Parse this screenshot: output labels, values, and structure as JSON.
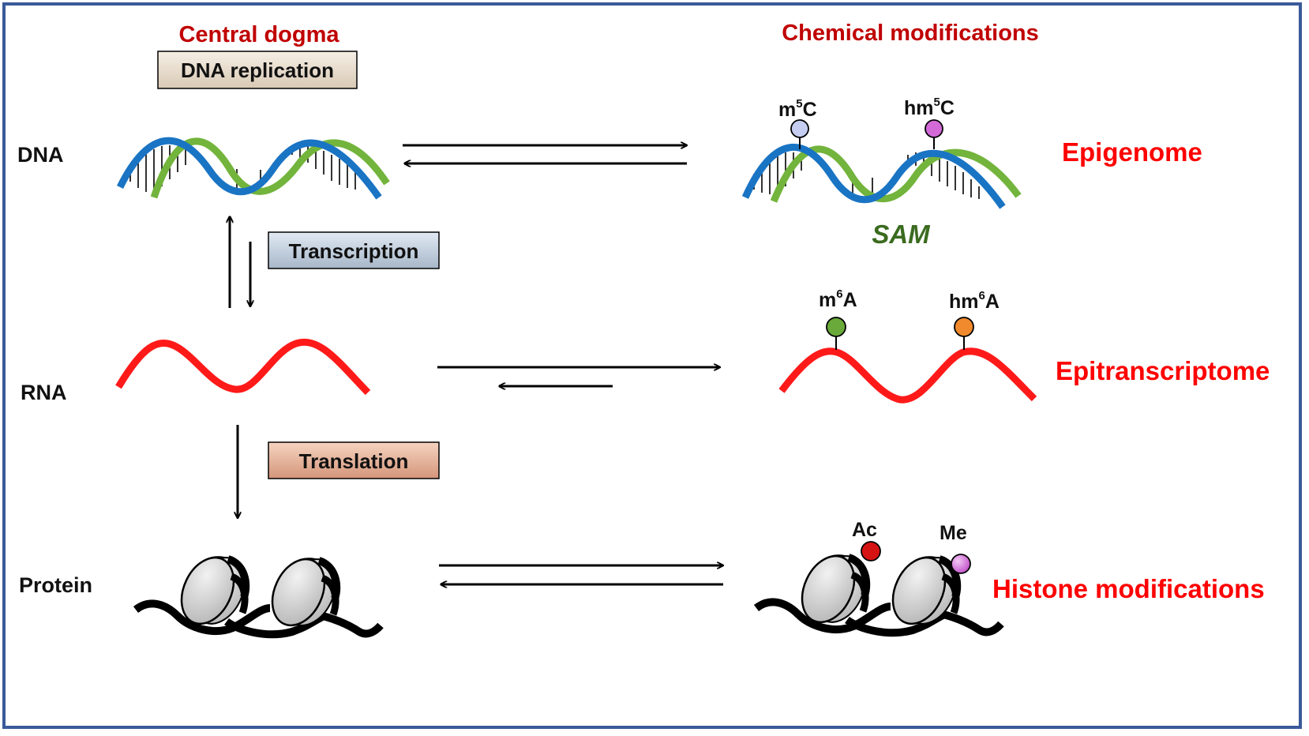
{
  "headers": {
    "left": "Central dogma",
    "right": "Chemical modifications"
  },
  "boxes": {
    "replication": "DNA replication",
    "transcription": "Transcription",
    "translation": "Translation"
  },
  "rows": {
    "dna": "DNA",
    "rna": "RNA",
    "protein": "Protein"
  },
  "dna_marks": {
    "m5c_base": "m",
    "m5c_sup": "5",
    "m5c_end": "C",
    "hm5c_base": "hm",
    "hm5c_sup": "5",
    "hm5c_end": "C",
    "sam": "SAM"
  },
  "rna_marks": {
    "m6a_base": "m",
    "m6a_sup": "6",
    "m6a_end": "A",
    "hm6a_base": "hm",
    "hm6a_sup": "6",
    "hm6a_end": "A"
  },
  "histone_marks": {
    "ac": "Ac",
    "me": "Me"
  },
  "categories": {
    "epigenome": "Epigenome",
    "epitranscriptome": "Epitranscriptome",
    "histone": "Histone modifications"
  },
  "colors": {
    "border": "#3a5a9a",
    "header": "#c00000",
    "category": "#ff0000",
    "dna_strand_a": "#1a74c4",
    "dna_strand_b": "#72b43c",
    "rna": "#ff1a1a",
    "sam": "#3b6b1f",
    "m5c": "#c5cef0",
    "hm5c": "#d36ad8",
    "m6a": "#6aaa3a",
    "hm6a": "#f08a2c",
    "ac": "#d61313",
    "me": "#d36ad8"
  }
}
